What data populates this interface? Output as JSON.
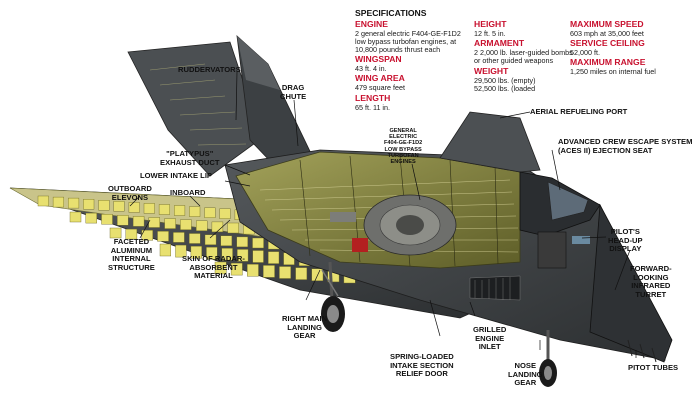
{
  "specs": {
    "title": "SPECIFICATIONS",
    "engine": {
      "head": "ENGINE",
      "lines": [
        "2 general electric F404-GE-F1D2",
        "low bypass turbofan engines, at",
        "10,800 pounds thrust each"
      ]
    },
    "wingspan": {
      "head": "WINGSPAN",
      "value": "43 ft. 4 in."
    },
    "wing_area": {
      "head": "WING AREA",
      "value": "479 square feet"
    },
    "length": {
      "head": "LENGTH",
      "value": "65 ft. 11 in."
    },
    "height": {
      "head": "HEIGHT",
      "value": "12 ft. 5 in."
    },
    "armament": {
      "head": "ARMAMENT",
      "lines": [
        "2 2,000 lb. laser-guided bombs",
        "or other guided weapons"
      ]
    },
    "weight": {
      "head": "WEIGHT",
      "lines": [
        "29,500 lbs. (empty)",
        "52,500 lbs. (loaded"
      ]
    },
    "max_speed": {
      "head": "MAXIMUM SPEED",
      "value": "603 mph at 35,000 feet"
    },
    "service_ceiling": {
      "head": "SERVICE CEILING",
      "value": "52,000 ft."
    },
    "max_range": {
      "head": "MAXIMUM RANGE",
      "value": "1,250 miles on internal fuel"
    }
  },
  "labels": {
    "ruddervators": "RUDDERVATORS",
    "drag_chute": [
      "DRAG",
      "CHUTE"
    ],
    "engine_callout": [
      "GENERAL",
      "ELECTRIC",
      "F404-GE-F1D2",
      "LOW BYPASS",
      "TURBOFAN",
      "ENGINES"
    ],
    "aerial_refueling_port": "AERIAL REFUELING PORT",
    "crew_escape": [
      "ADVANCED CREW ESCAPE SYSTEM",
      "(ACES II) EJECTION SEAT"
    ],
    "platypus": [
      "\"PLATYPUS\"",
      "EXHAUST DUCT"
    ],
    "lower_intake_lip": "LOWER INTAKE LIP",
    "outboard_elevons": [
      "OUTBOARD",
      "ELEVONS"
    ],
    "inboard": "INBOARD",
    "faceted_structure": [
      "FACETED",
      "ALUMINUM",
      "INTERNAL",
      "STRUCTURE"
    ],
    "skin_radar": [
      "SKIN OF RADAR-",
      "ABSORBENT",
      "MATERIAL"
    ],
    "hud": [
      "PILOT'S",
      "HEAD-UP",
      "DISPLAY"
    ],
    "flir": [
      "FORWARD-",
      "LOOKING",
      "INFRARED",
      "TURRET"
    ],
    "right_main_gear": [
      "RIGHT MAIN",
      "LANDING",
      "GEAR"
    ],
    "grilled_inlet": [
      "GRILLED",
      "ENGINE",
      "INLET"
    ],
    "spring_loaded": [
      "SPRING-LOADED",
      "INTAKE SECTION",
      "RELIEF DOOR"
    ],
    "nose_gear": [
      "NOSE",
      "LANDING",
      "GEAR"
    ],
    "pitot_tubes": "PITOT TUBES"
  },
  "colors": {
    "spec_heading": "#c8102e",
    "skin_dark": "#3a3d40",
    "structure_olive": "#8a8a3a",
    "yellow_ribs": "#e8e070"
  }
}
